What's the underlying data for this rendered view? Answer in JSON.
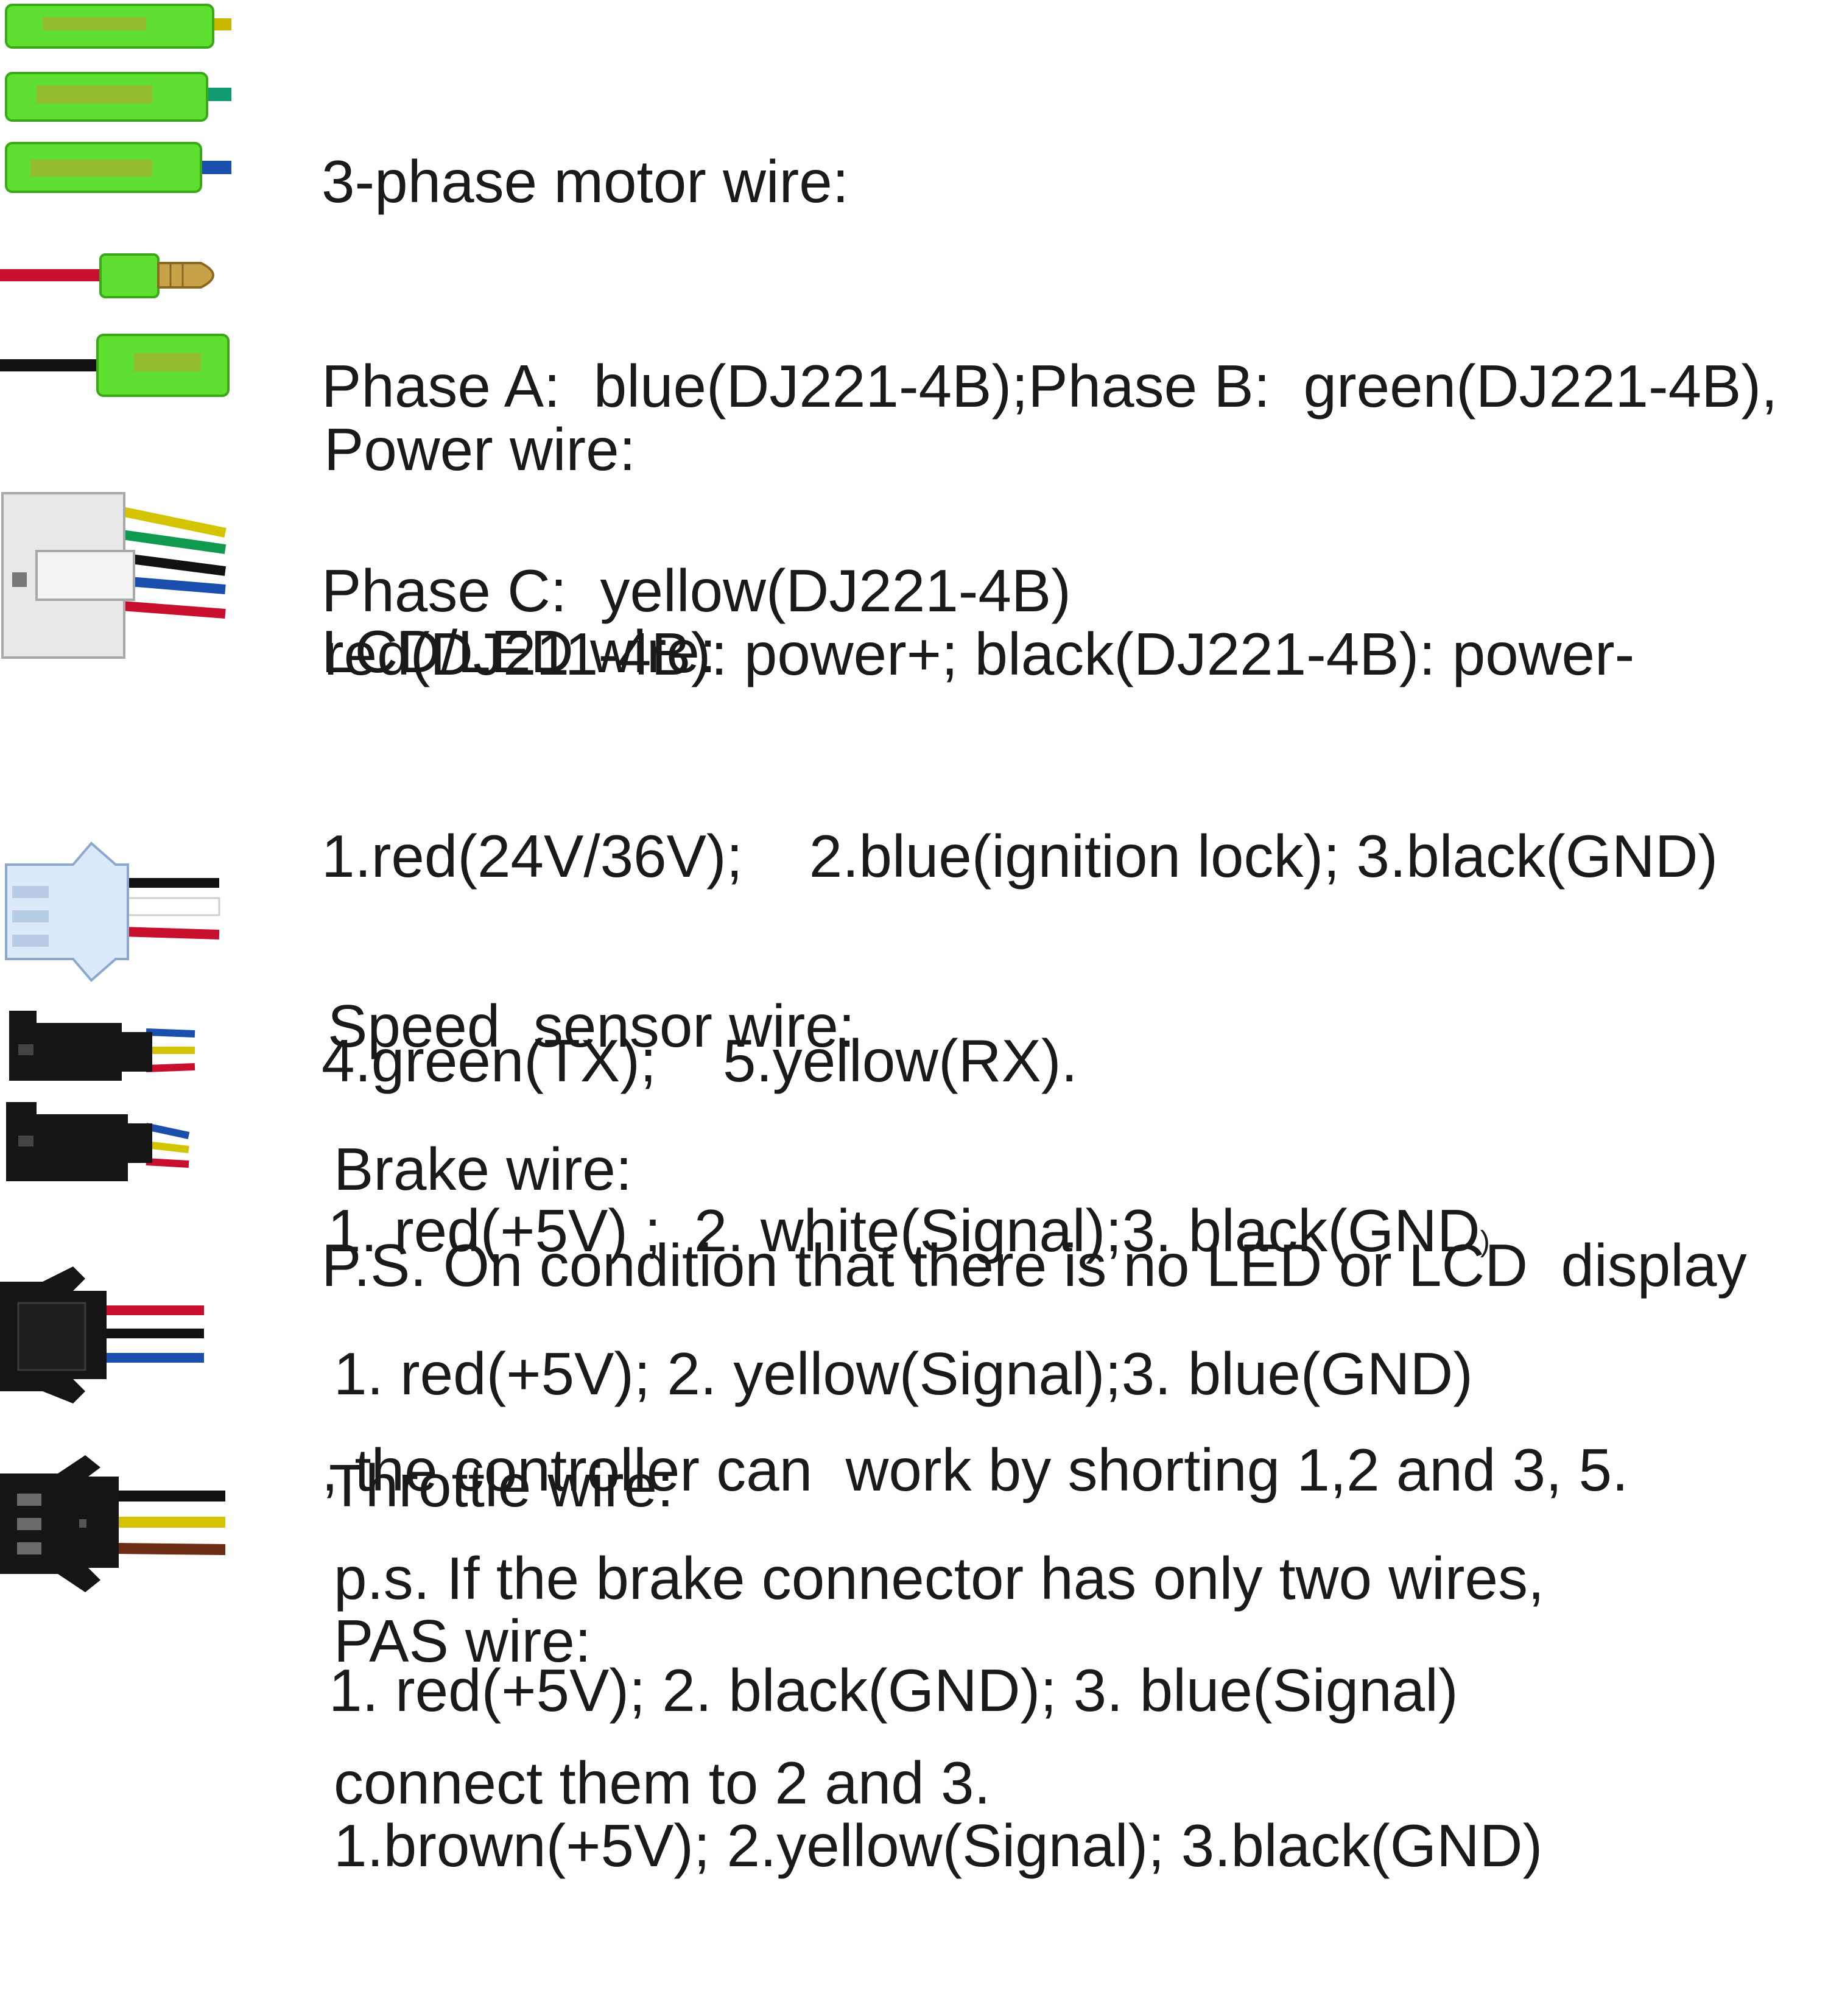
{
  "sections": [
    {
      "id": "motor",
      "heading": "3-phase motor wire:",
      "lines": [
        "Phase A:  blue(DJ221-4B);Phase B:  green(DJ221-4B),",
        "Phase C:  yellow(DJ221-4B)"
      ],
      "wire_colors": [
        "#c8b800",
        "#109a70",
        "#1a4fae"
      ],
      "icon": "bullet-connector-icon"
    },
    {
      "id": "power",
      "heading": "Power wire:",
      "lines": [
        "red(DJ211-4B): power+; black(DJ221-4B): power-"
      ],
      "wire_colors": [
        "#c8102e",
        "#111111"
      ],
      "icon": "power-connector-icon"
    },
    {
      "id": "lcd",
      "heading": "LCD/LED wire:",
      "lines": [
        "1.red(24V/36V);    2.blue(ignition lock); 3.black(GND)",
        "4.green(TX);    5.yellow(RX).",
        "P.S. On condition that there is no LED or LCD  display",
        ", the controller can  work by shorting 1,2 and 3, 5."
      ],
      "wire_colors": [
        "#d4c400",
        "#109a50",
        "#111111",
        "#1a4fae",
        "#c8102e"
      ],
      "icon": "five-pin-connector-icon"
    },
    {
      "id": "speed",
      "heading": "Speed  sensor wire:",
      "lines": [
        "1. red(+5V) ;  2. white(Signal);3. black(GND"
      ],
      "tail": ")",
      "wire_colors": [
        "#111111",
        "#f4f4f4",
        "#c8102e"
      ],
      "icon": "three-pin-white-connector-icon"
    },
    {
      "id": "brake",
      "heading": "Brake wire:",
      "lines": [
        "1. red(+5V); 2. yellow(Signal);3. blue(GND)",
        "p.s. If the brake connector has only two wires,",
        "connect them to 2 and 3."
      ],
      "wire_colors": [
        "#1a4fae",
        "#d4c400",
        "#c8102e"
      ],
      "icon": "brake-connector-icon"
    },
    {
      "id": "throttle",
      "heading": "Throttle wire:",
      "lines": [
        "1. red(+5V); 2. black(GND); 3. blue(Signal)"
      ],
      "wire_colors": [
        "#c8102e",
        "#111111",
        "#1a4fae"
      ],
      "icon": "throttle-connector-icon"
    },
    {
      "id": "pas",
      "heading": "PAS wire:",
      "lines": [
        "1.brown(+5V); 2.yellow(Signal); 3.black(GND)"
      ],
      "wire_colors": [
        "#111111",
        "#d4c400",
        "#6b2a14"
      ],
      "icon": "pas-connector-icon"
    }
  ]
}
